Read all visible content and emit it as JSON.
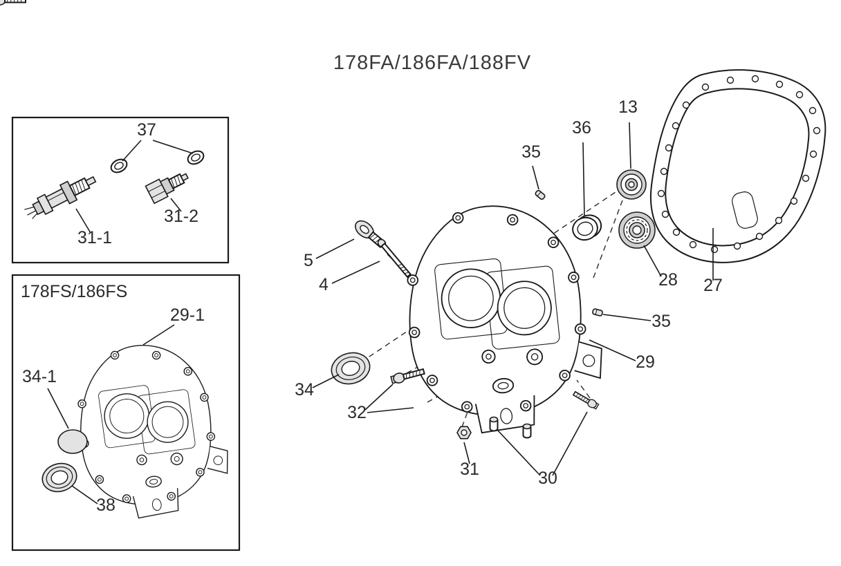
{
  "title": "178FA/186FA/188FV",
  "inset_bottom": {
    "title": "178FS/186FS"
  },
  "callouts": {
    "c37": "37",
    "c31_1": "31-1",
    "c31_2": "31-2",
    "c29_1": "29-1",
    "c34_1": "34-1",
    "c38": "38",
    "c5": "5",
    "c4": "4",
    "c34": "34",
    "c32": "32",
    "c31": "31",
    "c30": "30",
    "c35_top": "35",
    "c36": "36",
    "c13": "13",
    "c28": "28",
    "c27": "27",
    "c29": "29",
    "c35_right": "35"
  },
  "colors": {
    "ink": "#1a1a1a",
    "metal_light": "#e3e3e3",
    "metal_mid": "#cfcfcf",
    "background": "#ffffff"
  }
}
